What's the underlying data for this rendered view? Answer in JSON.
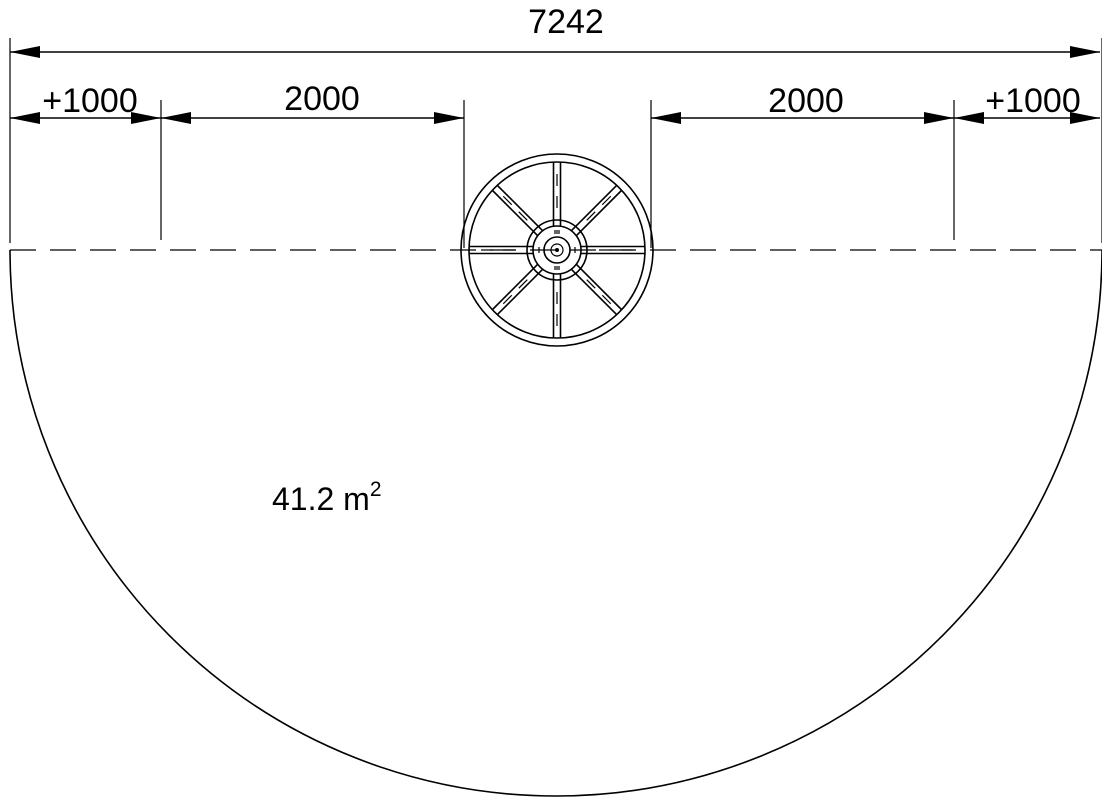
{
  "drawing": {
    "dimensions": {
      "overall": "7242",
      "left_margin": "+1000",
      "left_span": "2000",
      "right_span": "2000",
      "right_margin": "+1000"
    },
    "area": {
      "value": "41.2 m",
      "superscript": "2"
    },
    "colors": {
      "line": "#000000",
      "background": "#ffffff"
    }
  }
}
